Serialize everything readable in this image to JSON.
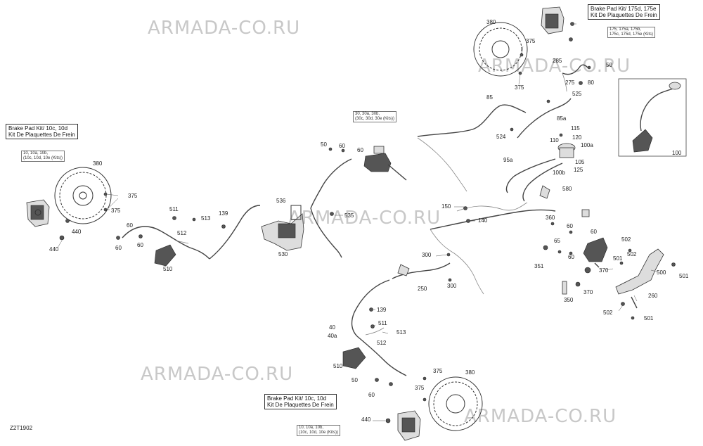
{
  "watermark": "ARMADA-CO.RU",
  "drawing_number": "Z2T1902",
  "kit_boxes": {
    "front_left": {
      "line1": "Brake Pad Kit/ 10c, 10d",
      "line2": "Kit De Plaquettes De Frein"
    },
    "rear": {
      "line1": "Brake Pad Kit/ 175d, 175e",
      "line2": "Kit De Plaquettes De Frein"
    },
    "front_right": {
      "line1": "Brake Pad Kit/ 10c, 10d",
      "line2": "Kit De Plaquettes De Frein"
    }
  },
  "kit_notes": {
    "front_left": {
      "line1": "10, 10a, 10b,",
      "line2": "(10c, 10d, 10e (Kits))"
    },
    "master": {
      "line1": "30, 30a, 30b,",
      "line2": "(30c, 30d, 30e (Kits))"
    },
    "rear": {
      "line1": "175, 175a, 175b,",
      "line2": "175c, 175d, 175e (Kits)"
    },
    "front_right": {
      "line1": "10, 10a, 10b,",
      "line2": "(10c, 10d, 10e (Kits))"
    }
  },
  "callouts": [
    "380",
    "375",
    "375",
    "440",
    "440",
    "60",
    "60",
    "60",
    "510",
    "511",
    "513",
    "512",
    "139",
    "536",
    "530",
    "535",
    "50",
    "60",
    "60",
    "380",
    "375",
    "375",
    "285",
    "50",
    "80",
    "275",
    "525",
    "85",
    "85a",
    "524",
    "115",
    "120",
    "110",
    "100a",
    "95a",
    "105",
    "125",
    "100b",
    "100",
    "580",
    "150",
    "140",
    "300",
    "300",
    "250",
    "360",
    "60",
    "65",
    "60",
    "60",
    "351",
    "370",
    "370",
    "350",
    "502",
    "502",
    "501",
    "501",
    "500",
    "260",
    "502",
    "501",
    "139",
    "40",
    "40a",
    "511",
    "513",
    "512",
    "510",
    "50",
    "60",
    "375",
    "375",
    "380",
    "440"
  ]
}
